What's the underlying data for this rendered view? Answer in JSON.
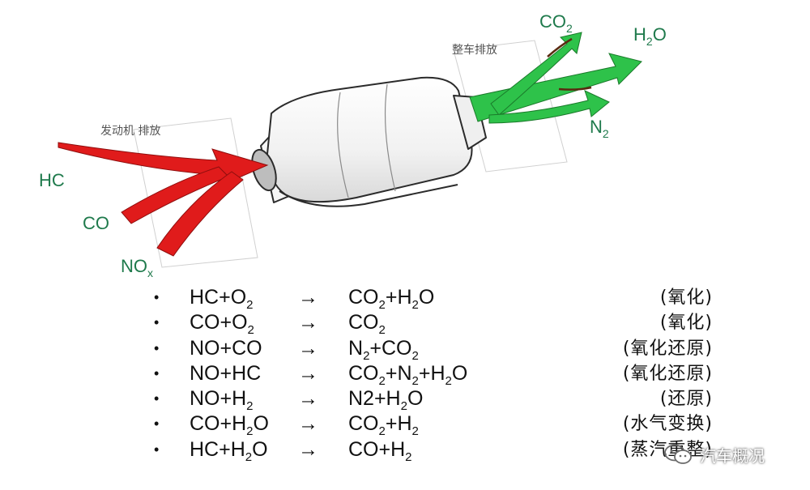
{
  "diagram": {
    "engine_caption": "发动机 排放",
    "exhaust_caption": "整车排放",
    "inputs": [
      {
        "base": "HC",
        "sub": ""
      },
      {
        "base": "CO",
        "sub": ""
      },
      {
        "base": "NO",
        "sub": "x"
      }
    ],
    "outputs": [
      {
        "base": "CO",
        "sub": "2"
      },
      {
        "base": "H",
        "sub": "2",
        "tail": "O"
      },
      {
        "base": "N",
        "sub": "2"
      }
    ],
    "colors": {
      "input_arrow": "#e01b1b",
      "output_arrow": "#2ec24a",
      "label": "#1f7a4c"
    }
  },
  "reactions": [
    {
      "lhs": [
        "HC+O",
        "2"
      ],
      "rhs": [
        "CO",
        "2",
        "+H",
        "2",
        "O"
      ],
      "type": "(氧化)"
    },
    {
      "lhs": [
        "CO+O",
        "2"
      ],
      "rhs": [
        "CO",
        "2"
      ],
      "type": "(氧化)"
    },
    {
      "lhs": [
        "NO+CO"
      ],
      "rhs": [
        "N",
        "2",
        "+CO",
        "2"
      ],
      "type": "(氧化还原)"
    },
    {
      "lhs": [
        "NO+HC"
      ],
      "rhs": [
        "CO",
        "2",
        "+N",
        "2",
        "+H",
        "2",
        "O"
      ],
      "type": "(氧化还原)"
    },
    {
      "lhs": [
        "NO+H",
        "2"
      ],
      "rhs": [
        "N2+H",
        "2",
        "O"
      ],
      "type": "(还原)"
    },
    {
      "lhs": [
        "CO+H",
        "2",
        "O"
      ],
      "rhs": [
        "CO",
        "2",
        "+H",
        "2"
      ],
      "type": "(水气变换)"
    },
    {
      "lhs": [
        "HC+H",
        "2",
        "O"
      ],
      "rhs": [
        "CO+H",
        "2"
      ],
      "type": "(蒸汽重整)"
    }
  ],
  "arrow_symbol": "→",
  "bullet": "•",
  "watermark": {
    "text": "汽车概况",
    "icon": "wechat-icon"
  }
}
